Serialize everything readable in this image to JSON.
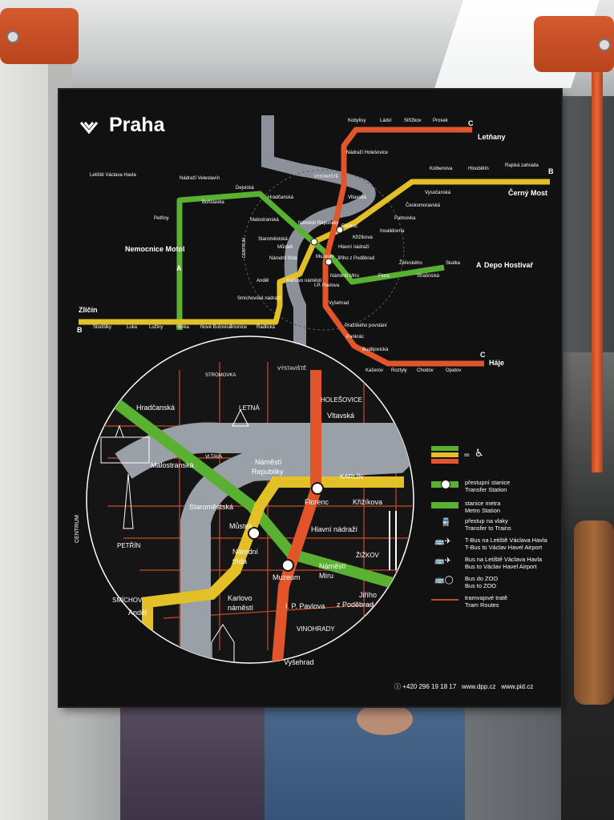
{
  "title": "Praha",
  "lines": {
    "green": "#5ab031",
    "yellow": "#e3c027",
    "red": "#e2552a",
    "tram": "#c94a2b",
    "river": "#9aa0a8",
    "sign_bg": "#111112"
  },
  "line_letters": {
    "a": "A",
    "b": "B",
    "c": "C"
  },
  "stations": {
    "airport": "Letiště Václava Havla",
    "nadrazi_veleslavin": "Nádraží Veleslavín",
    "borislavka": "Bořislavka",
    "dejvicka": "Dejvická",
    "hradcanska": "Hradčanská",
    "petriny": "Petřiny",
    "nemocnice_motol": "Nemocnice Motol",
    "malostranska": "Malostranská",
    "staromestska": "Staroměstská",
    "mustek": "Můstek",
    "narodni_trida": "Národní třída",
    "namesti_republiky": "Náměstí Republiky",
    "florenc": "Florenc",
    "muzeum": "Muzeum",
    "andel": "Anděl",
    "karlovo_namesti": "Karlovo náměstí",
    "smichovske_nadrazi": "Smíchovské nádraží",
    "zlicin": "Zličín",
    "stodulky": "Stodůlky",
    "luka": "Luka",
    "luziny": "Lužiny",
    "hurka": "Hůrka",
    "nove_butovice": "Nové Butovice",
    "jinonice": "Jinonice",
    "radlicka": "Radlická",
    "kobylisy": "Kobylisy",
    "ladvi": "Ládví",
    "strizkov": "Střížkov",
    "prosek": "Prosek",
    "letnany": "Letňany",
    "nadrazi_holesovice": "Nádraží Holešovice",
    "vltavska": "Vltavská",
    "vystaviste": "VÝSTAVIŠTĚ",
    "kolbenova": "Kolbenova",
    "hloubetin": "Hloubětín",
    "rajska_zahrada": "Rajská zahrada",
    "cerny_most": "Černý Most",
    "vysocanska": "Vysočanská",
    "ceskomoravska": "Českomoravská",
    "palmovka": "Palmovka",
    "invalidovna": "Invalidovna",
    "krizikova": "Křižíkova",
    "hlavni_nadrazi": "Hlavní nádraží",
    "jiriho_z_podebrad": "Jiřího z Poděbrad",
    "zelivskeho": "Želivského",
    "skalka": "Skalka",
    "depo_hostivar": "Depo Hostivař",
    "flora": "Flora",
    "strasnicka": "Strašnická",
    "namesti_miru": "Náměstí Míru",
    "ip_pavlova": "I.P. Pavlova",
    "vysehrad": "Vyšehrad",
    "prazskeho_povstani": "Pražského povstání",
    "pankrac": "Pankrác",
    "budejovicka": "Budějovická",
    "kacerov": "Kačerov",
    "roztyly": "Roztyly",
    "chodov": "Chodov",
    "opatov": "Opatov",
    "haje": "Háje",
    "centrum": "CENTRUM"
  },
  "inset": {
    "stromovka": "STROMOVKA",
    "vystaviste": "VÝSTAVIŠTĚ",
    "letna": "LETNÁ",
    "holesovice": "HOLEŠOVICE",
    "vltava": "VLTAVA",
    "karlin": "KARLÍN",
    "centrum": "CENTRUM",
    "petrin": "PETŘÍN",
    "smichov": "SMÍCHOV",
    "zizkov": "ŽIŽKOV",
    "vinohrady": "VINOHRADY",
    "hradcanska": "Hradčanská",
    "malostranska": "Malostranská",
    "staromestska": "Staroměstská",
    "mustek": "Můstek",
    "narodni_trida_1": "Národní",
    "narodni_trida_2": "třída",
    "namesti_republiky_1": "Náměstí",
    "namesti_republiky_2": "Republiky",
    "florenc": "Florenc",
    "krizikova": "Křižíkova",
    "vltavska": "Vltavská",
    "hlavni_nadrazi": "Hlavní nádraží",
    "muzeum": "Muzeum",
    "namesti_miru_1": "Náměstí",
    "namesti_miru_2": "Míru",
    "jiriho_1": "Jiřího",
    "jiriho_2": "z Poděbrad",
    "karlovo_1": "Karlovo",
    "karlovo_2": "náměstí",
    "andel": "Anděl",
    "ip_pavlova": "I. P. Pavlova",
    "vysehrad": "Vyšehrad"
  },
  "legend": {
    "transfer_cz": "přestupní stanice",
    "transfer_en": "Transfer Station",
    "metro_cz": "stanice metra",
    "metro_en": "Metro Station",
    "trains_cz": "přestup na vlaky",
    "trains_en": "Transfer to Trains",
    "tbus_cz": "T-Bus na Letiště Václava Havla",
    "tbus_en": "T-Bus to Václav Havel Airport",
    "bus_air_cz": "Bus na Letiště Václava Havla",
    "bus_air_en": "Bus to Václav Havel Airport",
    "bus_zoo_cz": "Bus do ZOO",
    "bus_zoo_en": "Bus to ZOO",
    "tram_cz": "tramvajové tratě",
    "tram_en": "Tram Routes",
    "equals": "="
  },
  "footer": {
    "phone": "+420 296 19 18 17",
    "site1": "www.dpp.cz",
    "site2": "www.pid.cz"
  }
}
